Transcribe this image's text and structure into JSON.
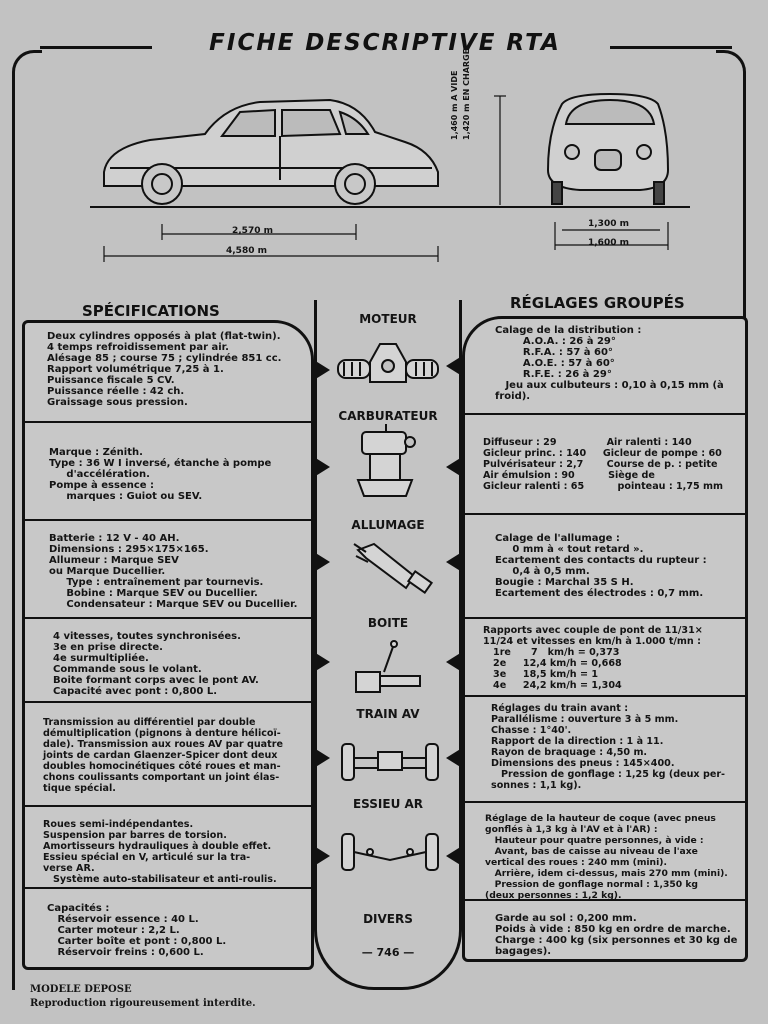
{
  "title": "FICHE DESCRIPTIVE RTA",
  "dimensions": {
    "wheelbase": "2,570 m",
    "length": "4,580 m",
    "track": "1,300 m",
    "width": "1,600 m",
    "height_empty": "1,460 m A VIDE",
    "height_loaded": "1,420 m EN CHARGE"
  },
  "left_heading": "SPÉCIFICATIONS",
  "right_heading": "RÉGLAGES GROUPÉS",
  "sections": [
    {
      "label": "MOTEUR",
      "specs": "Deux cylindres opposés à plat (flat-twin).\n4 temps refroidissement par air.\nAlésage 85 ; course 75 ; cylindrée 851 cc.\nRapport volumétrique 7,25 à 1.\nPuissance fiscale 5 CV.\nPuissance réelle : 42 ch.\nGraissage sous pression.",
      "reglages": "Calage de la distribution :\n        A.O.A. : 26 à 29°\n        R.F.A. : 57 à 60°\n        A.O.E. : 57 à 60°\n        R.F.E. : 26 à 29°\n   Jeu aux culbuteurs : 0,10 à 0,15 mm (à\nfroid)."
    },
    {
      "label": "CARBURATEUR",
      "specs": "Marque : Zénith.\nType : 36 W I inversé, étanche à pompe\n     d'accélération.\nPompe à essence :\n     marques : Guiot ou SEV.",
      "reglages": "Diffuseur : 29               Air ralenti : 140\nGicleur princ. : 140     Gicleur de pompe : 60\nPulvérisateur : 2,7       Course de p. : petite\nAir émulsion : 90          Siège de\nGicleur ralenti : 65          pointeau : 1,75 mm"
    },
    {
      "label": "ALLUMAGE",
      "specs": "Batterie : 12 V - 40 AH.\nDimensions : 295×175×165.\nAllumeur : Marque SEV\nou Marque Ducellier.\n     Type : entraînement par tournevis.\n     Bobine : Marque SEV ou Ducellier.\n     Condensateur : Marque SEV ou Ducellier.",
      "reglages": "Calage de l'allumage :\n     0 mm à « tout retard ».\nEcartement des contacts du rupteur :\n     0,4 à 0,5 mm.\nBougie : Marchal 35 S H.\nEcartement des électrodes : 0,7 mm."
    },
    {
      "label": "BOITE",
      "specs": "4 vitesses, toutes synchronisées.\n3e en prise directe.\n4e surmultipliée.\nCommande sous le volant.\nBoite formant corps avec le pont AV.\nCapacité avec pont : 0,800 L.",
      "reglages": "Rapports avec couple de pont de 11/31×\n11/24 et vitesses en km/h à 1.000 t/mn :\n   1re      7   km/h = 0,373\n   2e     12,4 km/h = 0,668\n   3e     18,5 km/h = 1\n   4e     24,2 km/h = 1,304"
    },
    {
      "label": "TRAIN AV",
      "specs": "Transmission au différentiel par double\ndémultiplication (pignons à denture hélicoï-\ndale). Transmission aux roues AV par quatre\njoints de cardan Glaenzer-Spicer dont deux\ndoubles homocinétiques côté roues et man-\nchons coulissants comportant un joint élas-\ntique spécial.",
      "reglages": "Réglages du train avant :\nParallélisme : ouverture 3 à 5 mm.\nChasse : 1°40'.\nRapport de la direction : 1 à 11.\nRayon de braquage : 4,50 m.\nDimensions des pneus : 145×400.\n   Pression de gonflage : 1,25 kg (deux per-\nsonnes : 1,1 kg)."
    },
    {
      "label": "ESSIEU AR",
      "specs": "Roues semi-indépendantes.\nSuspension par barres de torsion.\nAmortisseurs hydrauliques à double effet.\nEssieu spécial en V, articulé sur la tra-\nverse AR.\n   Système auto-stabilisateur et anti-roulis.",
      "reglages": "Réglage de la hauteur de coque (avec pneus\ngonflés à 1,3 kg à l'AV et à l'AR) :\n   Hauteur pour quatre personnes, à vide :\n   Avant, bas de caisse au niveau de l'axe\nvertical des roues : 240 mm (mini).\n   Arrière, idem ci-dessus, mais 270 mm (mini).\n   Pression de gonflage normal : 1,350 kg\n(deux personnes : 1,2 kg)."
    },
    {
      "label": "DIVERS",
      "specs": "Capacités :\n   Réservoir essence : 40 L.\n   Carter moteur : 2,2 L.\n   Carter boîte et pont : 0,800 L.\n   Réservoir freins : 0,600 L.",
      "reglages": "Garde au sol : 0,200 mm.\nPoids à vide : 850 kg en ordre de marche.\nCharge : 400 kg (six personnes et 30 kg de\nbagages)."
    }
  ],
  "page_number": "— 746 —",
  "footer": {
    "line1": "MODELE DEPOSE",
    "line2": "Reproduction rigoureusement interdite."
  }
}
